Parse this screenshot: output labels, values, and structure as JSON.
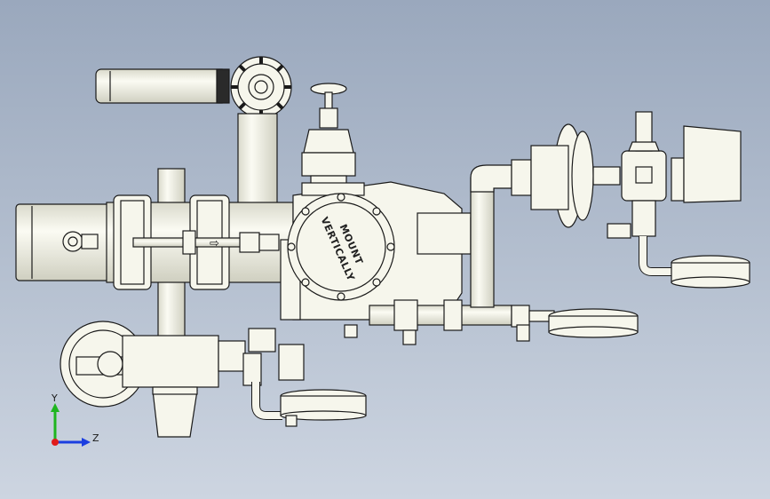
{
  "stencil": {
    "line1": "MOUNT",
    "line2": "VERTICALLY"
  },
  "arrow_mark": "⇨",
  "triad": {
    "y_label": "Y",
    "z_label": "Z"
  },
  "colors": {
    "background_top": "#9aa8bd",
    "background_bottom": "#cdd5e1",
    "part_fill": "#f6f6ec",
    "edge": "#1a1a1a",
    "axis_x": "#e01b1b",
    "axis_y": "#1fb51f",
    "axis_z": "#1b3ee0"
  }
}
